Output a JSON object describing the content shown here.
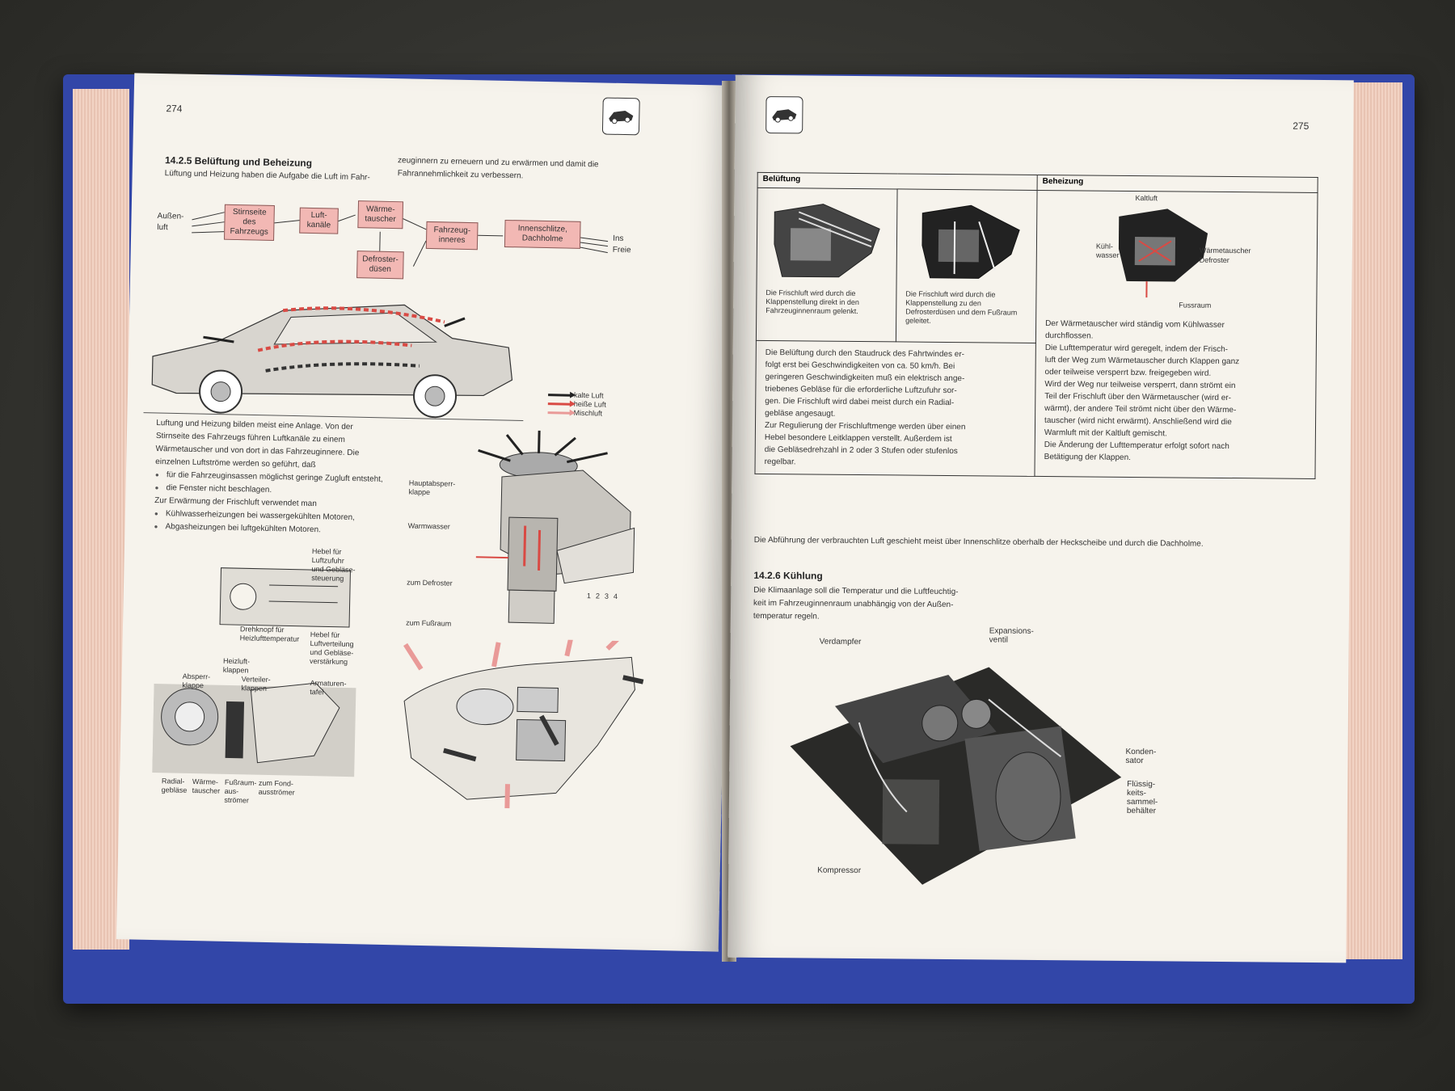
{
  "left_page": {
    "page_number": "274",
    "section_title": "14.2.5  Belüftung und Beheizung",
    "intro_col1": "Lüftung und Heizung haben die Aufgabe die Luft im Fahr-",
    "intro_col2_line1": "zeuginnern zu erneuern und zu erwärmen und damit die",
    "intro_col2_line2": "Fahrannehmlichkeit zu verbessern.",
    "flow": {
      "input": "Außen-\nluft",
      "boxes": [
        "Stirnseite\ndes\nFahrzeugs",
        "Luft-\nkanäle",
        "Wärme-\ntauscher",
        "Defroster-\ndüsen",
        "Fahrzeug-\ninneres",
        "Innenschlitze,\nDachholme"
      ],
      "output": "Ins\nFreie"
    },
    "legend": [
      "kalte Luft",
      "heiße Luft",
      "Mischluft"
    ],
    "body_lines": [
      "Luftung und Heizung bilden meist eine Anlage. Von der",
      "Stirnseite des Fahrzeugs führen Luftkanäle zu einem",
      "Wärmetauscher und von dort in das Fahrzeuginnere. Die",
      "einzelnen Luftströme werden so geführt, daß"
    ],
    "bullets1": [
      "für die Fahrzeuginsassen möglichst geringe Zugluft entsteht,",
      "die Fenster nicht beschlagen."
    ],
    "body_line2": "Zur Erwärmung der Frischluft verwendet man",
    "bullets2": [
      "Kühlwasserheizungen bei wassergekühlten Motoren,",
      "Abgasheizungen bei luftgekühlten Motoren."
    ],
    "heater_labels": {
      "hauptabsperr": "Hauptabsperr-\nklappe",
      "warmwasser": "Warmwasser",
      "defroster": "zum Defroster",
      "fussraum": "zum Fußraum",
      "numbers": [
        "1",
        "2",
        "3",
        "4"
      ]
    },
    "control_labels": {
      "hebel_zufuhr": "Hebel für\nLuftzufuhr\nund Gebläse-\nsteuerung",
      "drehknopf": "Drehknopf für\nHeizlufttemperatur",
      "hebel_verteilung": "Hebel für\nLuftverteilung\nund Gebläse-\nverstärkung",
      "heizluft": "Heizluft-\nklappen",
      "absperr": "Absperr-\nklappe",
      "verteiler": "Verteiler-\nklappen",
      "armaturen": "Armaturen-\ntafel",
      "radial": "Radial-\ngebläse",
      "waerme": "Wärme-\ntauscher",
      "fussraum": "Fußraum-\naus-\nströmer",
      "fond": "zum Fond-\nausströmer"
    }
  },
  "right_page": {
    "page_number": "275",
    "table": {
      "head_left": "Belüftung",
      "head_right": "Beheizung",
      "cap1": "Die Frischluft wird durch die Klappenstellung direkt in den Fahrzeuginnenraum gelenkt.",
      "cap2": "Die Frischluft wird durch die Klappenstellung zu den Defrosterdüsen und dem Fußraum geleitet.",
      "heat_labels": {
        "kaltluft": "Kaltluft",
        "kuehlwasser": "Kühl-\nwasser",
        "waermetauscher": "Wärmetauscher",
        "defroster": "Defroster",
        "fussraum": "Fussraum"
      },
      "left_text": [
        "Die Belüftung durch den Staudruck des Fahrtwindes er-",
        "folgt erst bei Geschwindigkeiten von ca. 50 km/h. Bei",
        "geringeren Geschwindigkeiten muß ein elektrisch ange-",
        "triebenes Gebläse für die erforderliche Luftzufuhr sor-",
        "gen. Die Frischluft wird dabei meist durch ein Radial-",
        "gebläse angesaugt.",
        "Zur Regulierung der Frischluftmenge werden über einen",
        "Hebel besondere Leitklappen verstellt. Außerdem ist",
        "die Gebläsedrehzahl in 2 oder 3 Stufen oder stufenlos",
        "regelbar."
      ],
      "right_text": [
        "Der Wärmetauscher wird ständig vom Kühlwasser",
        "durchflossen.",
        "Die Lufttemperatur wird geregelt, indem der Frisch-",
        "luft der Weg zum Wärmetauscher durch Klappen ganz",
        "oder teilweise versperrt bzw. freigegeben wird.",
        "Wird der Weg nur teilweise versperrt, dann strömt ein",
        "Teil der Frischluft über den Wärmetauscher (wird er-",
        "wärmt), der andere Teil strömt nicht über den Wärme-",
        "tauscher (wird nicht erwärmt). Anschließend wird die",
        "Warmluft mit der Kaltluft gemischt.",
        "Die Änderung der Lufttemperatur erfolgt sofort nach",
        "Betätigung der Klappen."
      ]
    },
    "exhaust_note": "Die Abführung der verbrauchten Luft geschieht meist über Innenschlitze oberhalb der Heckscheibe und durch die Dachholme.",
    "section2_title": "14.2.6  Kühlung",
    "section2_lines": [
      "Die Klimaanlage soll die Temperatur und die Luftfeuchtig-",
      "keit im Fahrzeuginnenraum unabhängig von der Außen-",
      "temperatur regeln."
    ],
    "photo_labels": {
      "verdampfer": "Verdampfer",
      "expansion": "Expansions-\nventil",
      "kondensator": "Konden-\nsator",
      "fluessig": "Flüssig-\nkeits-\nsammel-\nbehälter",
      "kompressor": "Kompressor"
    }
  },
  "colors": {
    "pink_box": "#f2b8b4",
    "arrow_red": "#d94a44",
    "cover_blue": "#3246a8"
  }
}
